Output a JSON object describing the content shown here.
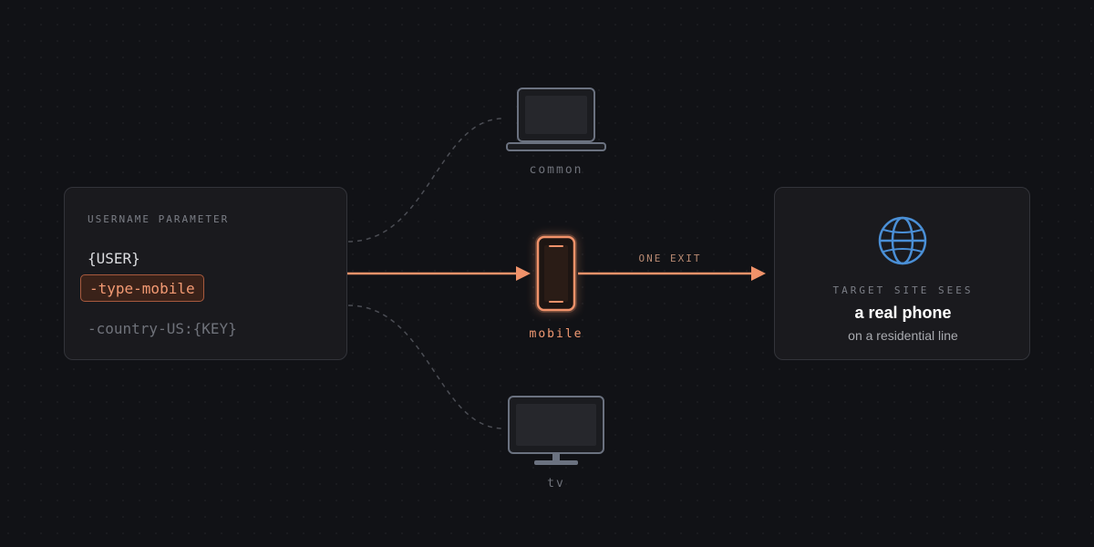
{
  "username_parameter": {
    "title": "USERNAME PARAMETER",
    "user": "{USER}",
    "type": "-type-mobile",
    "country": "-country-US:{KEY}"
  },
  "devices": {
    "common": "common",
    "mobile": "mobile",
    "tv": "tv"
  },
  "exit_label": "ONE EXIT",
  "target": {
    "title": "TARGET SITE SEES",
    "main": "a real phone",
    "sub": "on a residential line"
  },
  "colors": {
    "accent": "#f0926a",
    "background": "#111216",
    "card": "#1a1a1e",
    "muted_device": "#6b7280",
    "globe": "#4a8fd6"
  },
  "icons": {
    "laptop": "laptop-icon",
    "phone": "phone-icon",
    "tv": "tv-icon",
    "globe": "globe-icon"
  }
}
